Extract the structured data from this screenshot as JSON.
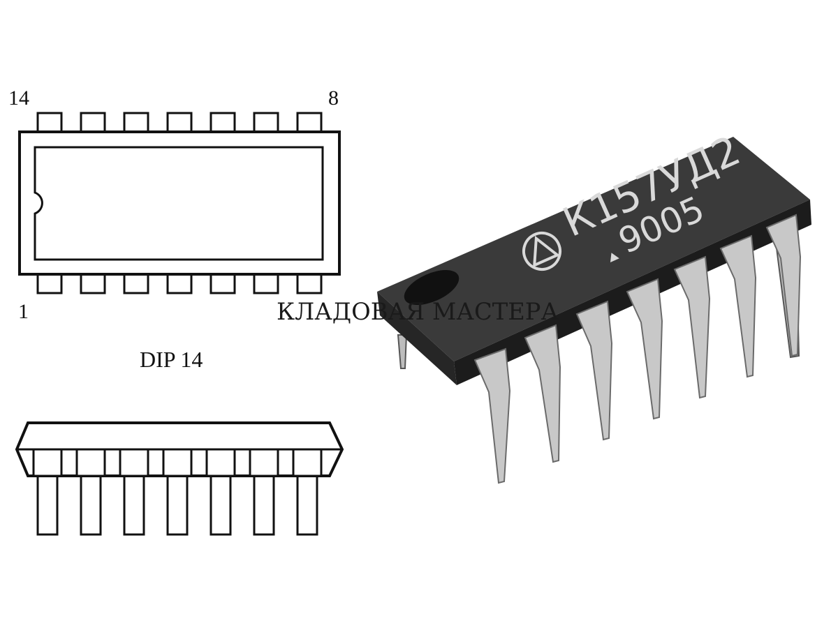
{
  "diagram": {
    "pin_label_top_left": "14",
    "pin_label_top_right": "8",
    "pin_label_bottom_left": "1",
    "package_name": "DIP 14"
  },
  "chip_marking": {
    "part_number": "К157УД2",
    "date_code": "9005"
  },
  "watermark": "КЛАДОВАЯ МАСТЕРА",
  "colors": {
    "outline": "#111111",
    "chip_body": "#2b2b2b",
    "chip_text": "#d9d9d9",
    "pins": "#c8c8c8",
    "watermark": "#1a1a1a"
  }
}
